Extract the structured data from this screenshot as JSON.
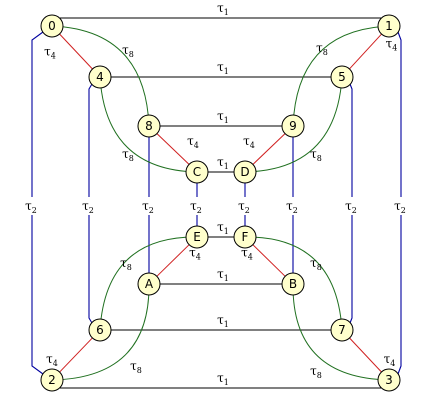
{
  "colors": {
    "tau1": "#000000",
    "tau2": "#0000a0",
    "tau4": "#d02020",
    "tau8": "#207020",
    "node_fill": "#ffffcc"
  },
  "symbols": {
    "tau": "τ"
  },
  "nodes": [
    {
      "id": "0",
      "label": "0"
    },
    {
      "id": "1",
      "label": "1"
    },
    {
      "id": "2",
      "label": "2"
    },
    {
      "id": "3",
      "label": "3"
    },
    {
      "id": "4",
      "label": "4"
    },
    {
      "id": "5",
      "label": "5"
    },
    {
      "id": "6",
      "label": "6"
    },
    {
      "id": "7",
      "label": "7"
    },
    {
      "id": "8",
      "label": "8"
    },
    {
      "id": "9",
      "label": "9"
    },
    {
      "id": "A",
      "label": "A"
    },
    {
      "id": "B",
      "label": "B"
    },
    {
      "id": "C",
      "label": "C"
    },
    {
      "id": "D",
      "label": "D"
    },
    {
      "id": "E",
      "label": "E"
    },
    {
      "id": "F",
      "label": "F"
    }
  ],
  "edges": [
    {
      "from": "0",
      "to": "1",
      "type": "τ1"
    },
    {
      "from": "4",
      "to": "5",
      "type": "τ1"
    },
    {
      "from": "8",
      "to": "9",
      "type": "τ1"
    },
    {
      "from": "C",
      "to": "D",
      "type": "τ1"
    },
    {
      "from": "E",
      "to": "F",
      "type": "τ1"
    },
    {
      "from": "A",
      "to": "B",
      "type": "τ1"
    },
    {
      "from": "6",
      "to": "7",
      "type": "τ1"
    },
    {
      "from": "2",
      "to": "3",
      "type": "τ1"
    },
    {
      "from": "0",
      "to": "2",
      "type": "τ2"
    },
    {
      "from": "1",
      "to": "3",
      "type": "τ2"
    },
    {
      "from": "4",
      "to": "6",
      "type": "τ2"
    },
    {
      "from": "5",
      "to": "7",
      "type": "τ2"
    },
    {
      "from": "8",
      "to": "A",
      "type": "τ2"
    },
    {
      "from": "9",
      "to": "B",
      "type": "τ2"
    },
    {
      "from": "C",
      "to": "E",
      "type": "τ2"
    },
    {
      "from": "D",
      "to": "F",
      "type": "τ2"
    },
    {
      "from": "0",
      "to": "4",
      "type": "τ4"
    },
    {
      "from": "1",
      "to": "5",
      "type": "τ4"
    },
    {
      "from": "8",
      "to": "C",
      "type": "τ4"
    },
    {
      "from": "9",
      "to": "D",
      "type": "τ4"
    },
    {
      "from": "A",
      "to": "E",
      "type": "τ4"
    },
    {
      "from": "B",
      "to": "F",
      "type": "τ4"
    },
    {
      "from": "6",
      "to": "2",
      "type": "τ4"
    },
    {
      "from": "7",
      "to": "3",
      "type": "τ4"
    },
    {
      "from": "0",
      "to": "8",
      "type": "τ8"
    },
    {
      "from": "1",
      "to": "9",
      "type": "τ8"
    },
    {
      "from": "4",
      "to": "C",
      "type": "τ8"
    },
    {
      "from": "5",
      "to": "D",
      "type": "τ8"
    },
    {
      "from": "E",
      "to": "6",
      "type": "τ8"
    },
    {
      "from": "F",
      "to": "7",
      "type": "τ8"
    },
    {
      "from": "A",
      "to": "2",
      "type": "τ8"
    },
    {
      "from": "B",
      "to": "3",
      "type": "τ8"
    }
  ]
}
